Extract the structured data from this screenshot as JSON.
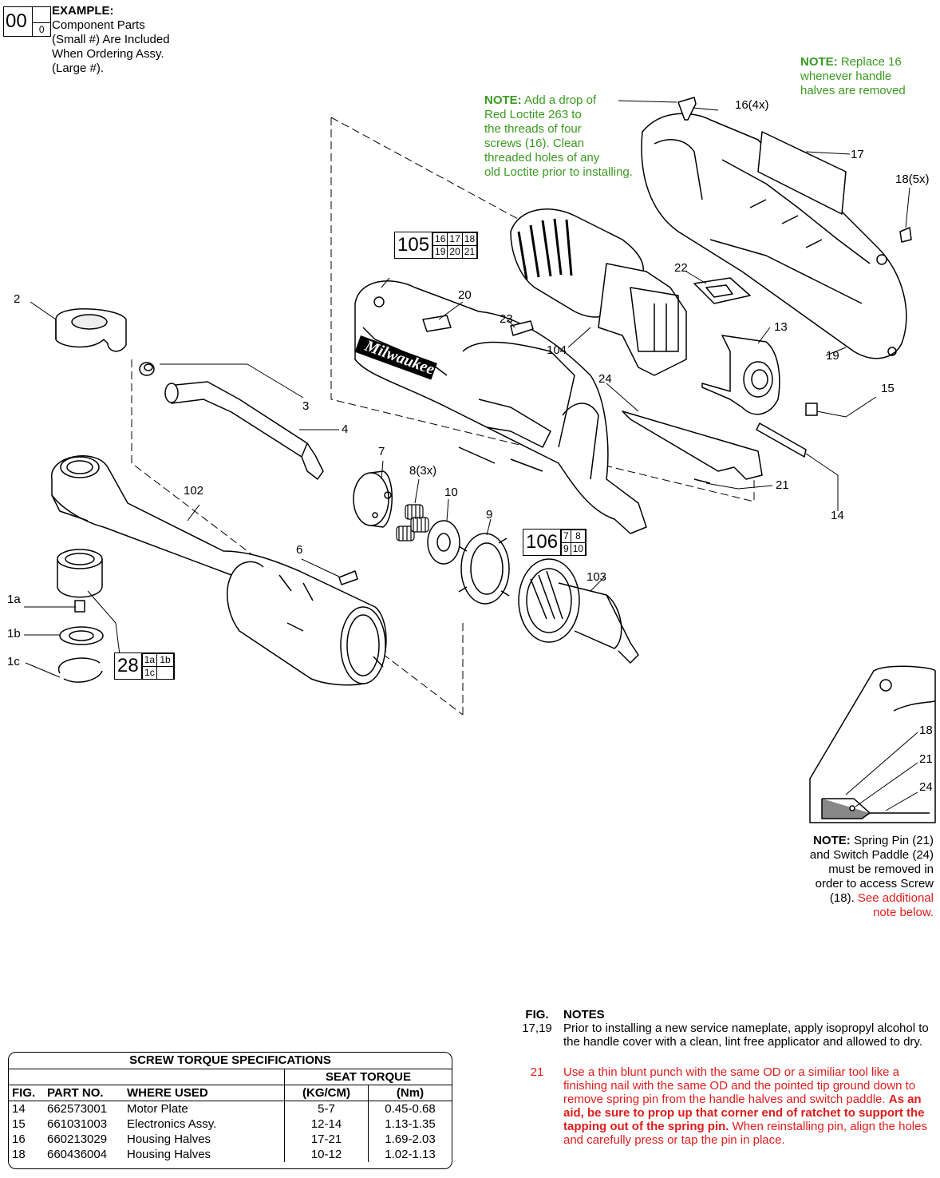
{
  "example": {
    "big": "00",
    "small": "0",
    "heading": "EXAMPLE:",
    "lines": [
      "Component Parts",
      "(Small #) Are Included",
      "When Ordering Assy.",
      "(Large #)."
    ]
  },
  "note_loctite": {
    "prefix": "NOTE:",
    "text": [
      "Add a drop of",
      "Red Loctite 263 to",
      "the threads of four",
      "screws (16). Clean",
      "threaded holes of any",
      "old Loctite prior to installing."
    ]
  },
  "note_replace": {
    "prefix": "NOTE:",
    "text": [
      "Replace 16",
      "whenever handle",
      "halves are removed"
    ]
  },
  "callouts": {
    "c16": "16(4x)",
    "c17": "17",
    "c18": "18(5x)",
    "c2": "2",
    "c20": "20",
    "c22": "22",
    "c23": "23",
    "c104": "104",
    "c13": "13",
    "c19": "19",
    "c3": "3",
    "c4": "4",
    "c24": "24",
    "c15": "15",
    "c7": "7",
    "c8": "8(3x)",
    "c10": "10",
    "c102": "102",
    "c9": "9",
    "c21": "21",
    "c14": "14",
    "c6": "6",
    "c103": "103",
    "c1a": "1a",
    "c1b": "1b",
    "c1c": "1c",
    "d18": "18",
    "d21": "21",
    "d24": "24"
  },
  "kits": {
    "k105": {
      "big": "105",
      "cells": [
        "16",
        "17",
        "18",
        "19",
        "20",
        "21"
      ]
    },
    "k106": {
      "big": "106",
      "cells": [
        "7",
        "8",
        "9",
        "10"
      ]
    },
    "k28": {
      "big": "28",
      "cells": [
        "1a",
        "1b",
        "1c"
      ]
    }
  },
  "note_spring": {
    "prefix": "NOTE:",
    "lines": [
      "Spring Pin (21)",
      "and Switch Paddle (24)",
      "must be removed in",
      "order to access Screw"
    ],
    "last_black": "(18).",
    "last_red": "See additional",
    "last_red2": "note below."
  },
  "torque": {
    "title": "SCREW TORQUE SPECIFICATIONS",
    "seat_torque": "SEAT TORQUE",
    "headers": [
      "FIG.",
      "PART NO.",
      "WHERE USED",
      "(KG/CM)",
      "(Nm)"
    ],
    "rows": [
      [
        "14",
        "662573001",
        "Motor Plate",
        "5-7",
        "0.45-0.68"
      ],
      [
        "15",
        "661031003",
        "Electronics Assy.",
        "12-14",
        "1.13-1.35"
      ],
      [
        "16",
        "660213029",
        "Housing Halves",
        "17-21",
        "1.69-2.03"
      ],
      [
        "18",
        "660436004",
        "Housing Halves",
        "10-12",
        "1.02-1.13"
      ]
    ]
  },
  "notes": {
    "fig_header": "FIG.",
    "notes_header": "NOTES",
    "n1_fig": "17,19",
    "n1_text": "Prior to installing a new service nameplate, apply isopropyl alcohol to the handle cover with a clean, lint free applicator and allowed to dry.",
    "n2_fig": "21",
    "n2_text_a": "Use a thin blunt punch with the same OD or a similiar tool like a finishing nail with the same OD and the pointed tip ground down to remove spring pin from the handle halves and switch paddle.",
    "n2_text_b": "As an aid, be sure to prop up that corner end of ratchet to support the tapping out of the spring pin.",
    "n2_text_c": "When reinstalling pin, align the holes and carefully press or tap the pin in place."
  },
  "brand": "Milwaukee"
}
